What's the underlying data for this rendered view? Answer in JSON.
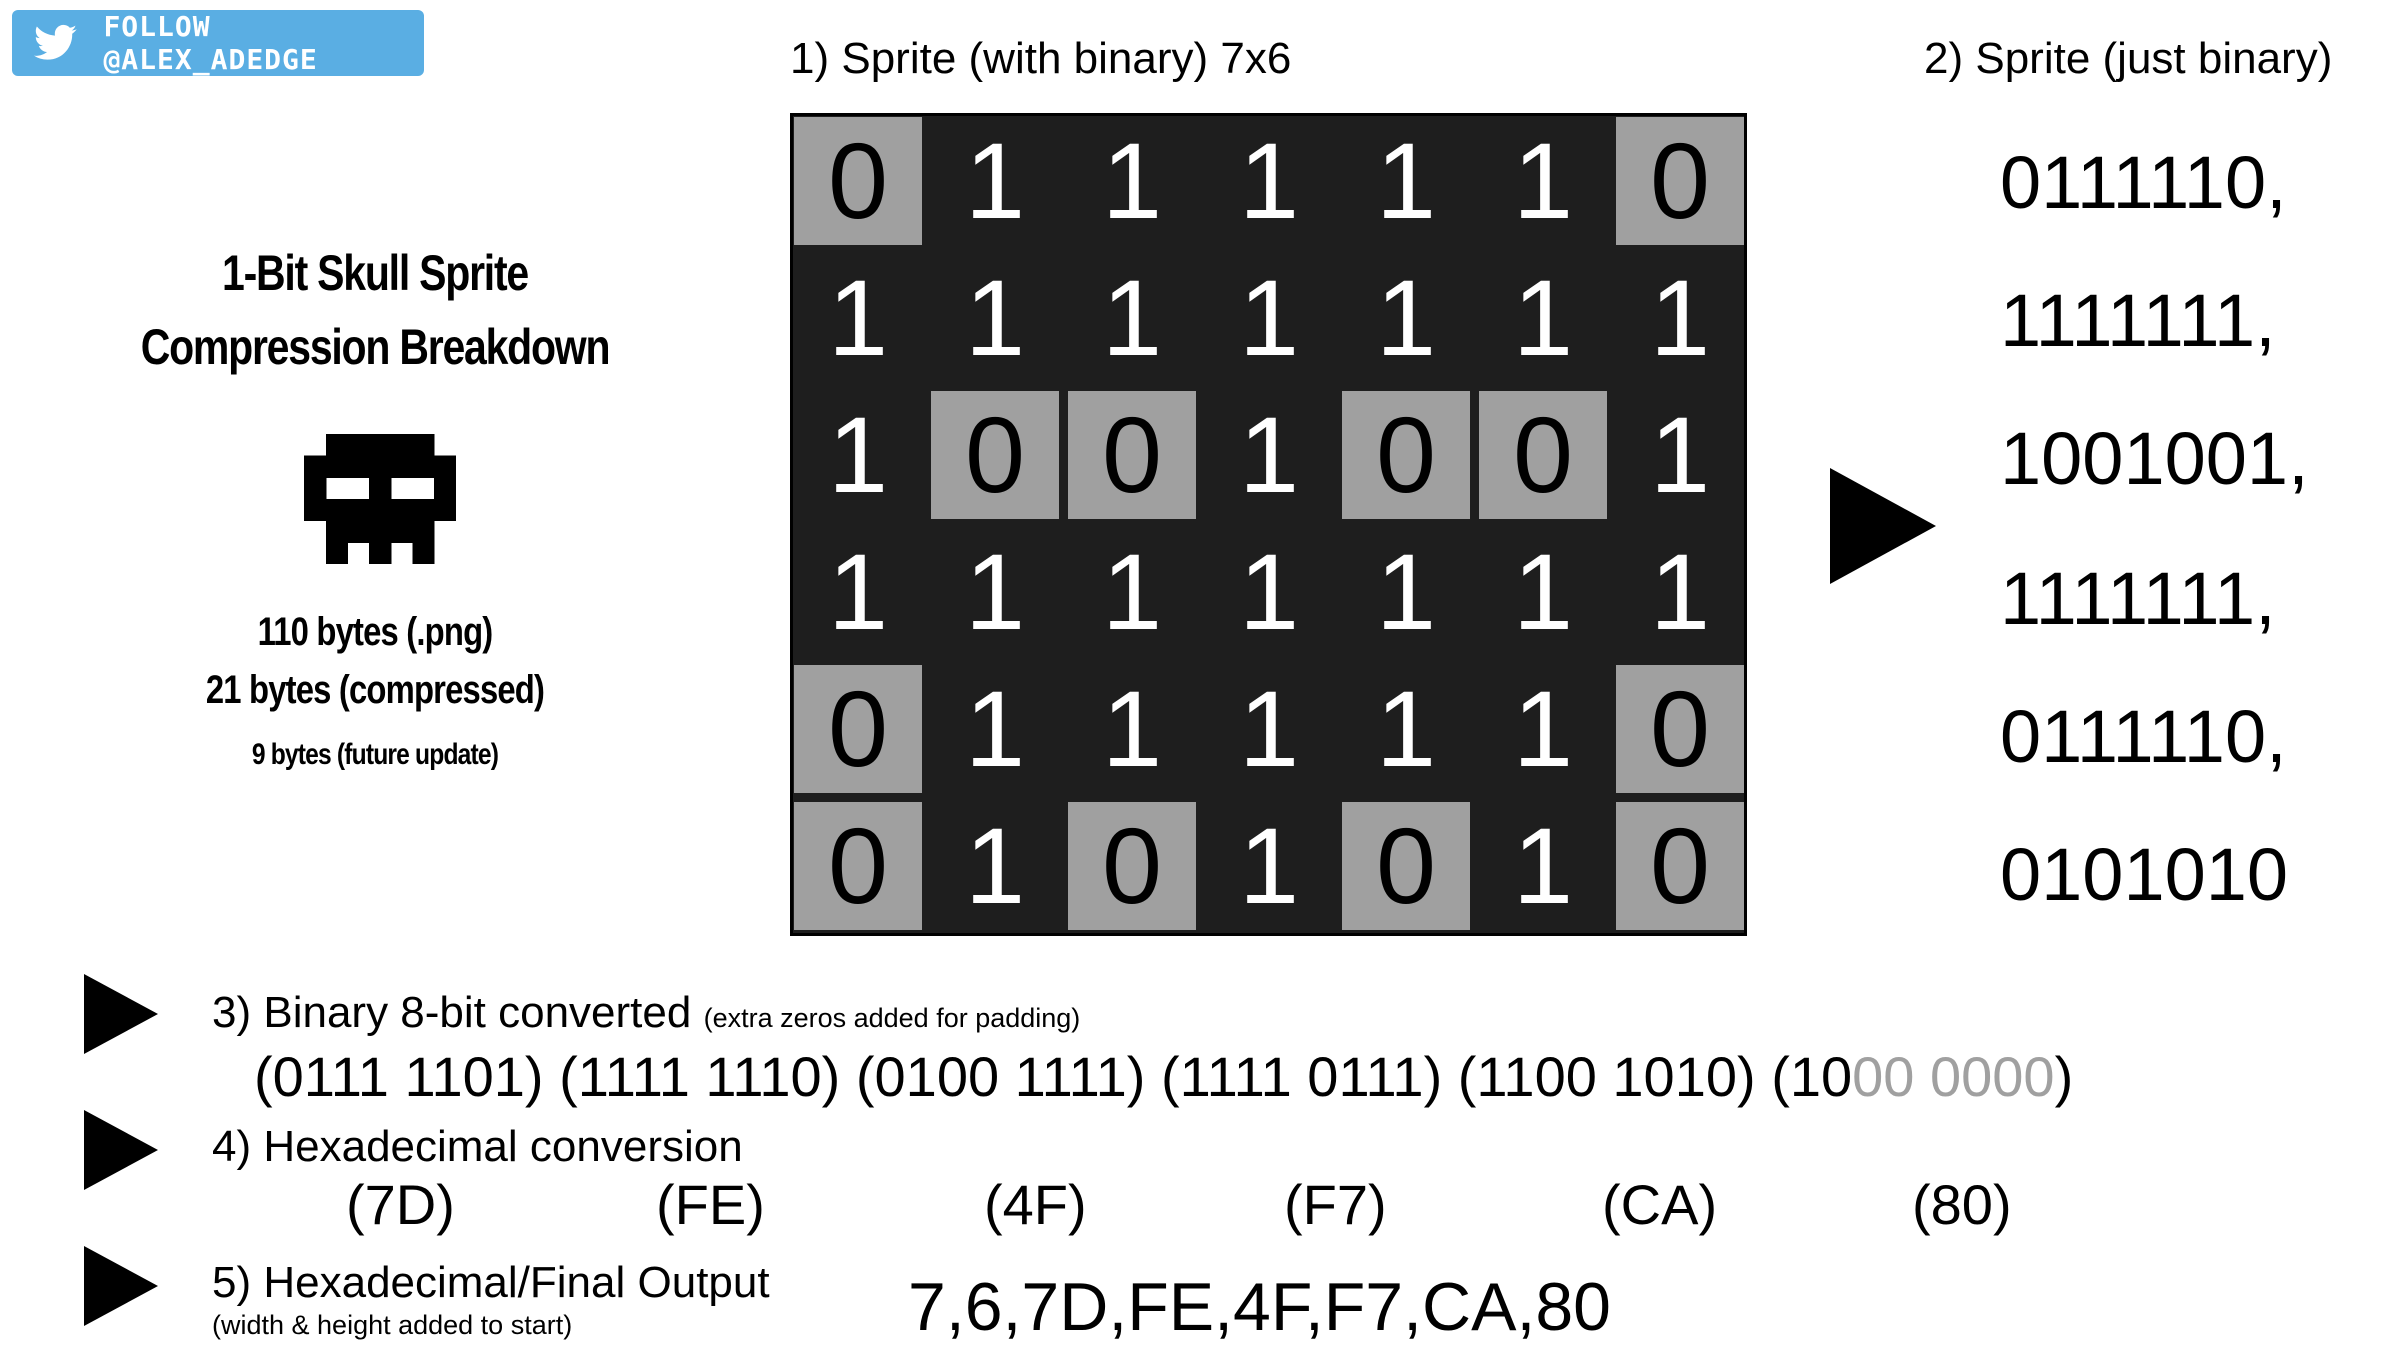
{
  "follow_badge": {
    "icon": "twitter-bird-icon",
    "label": "FOLLOW @ALEX_ADEDGE",
    "color": "#5aaee3"
  },
  "title": {
    "line1": "1-Bit Skull Sprite",
    "line2": "Compression Breakdown"
  },
  "skull_icon": "skull-icon",
  "stats": {
    "png": "110 bytes (.png)",
    "compressed": "21 bytes (compressed)",
    "future": "9 bytes (future update)"
  },
  "section1": {
    "label": "1) Sprite (with binary)  7x6"
  },
  "section2": {
    "label": "2) Sprite (just binary)"
  },
  "sprite": {
    "rows": [
      [
        "0",
        "1",
        "1",
        "1",
        "1",
        "1",
        "0"
      ],
      [
        "1",
        "1",
        "1",
        "1",
        "1",
        "1",
        "1"
      ],
      [
        "1",
        "0",
        "0",
        "1",
        "0",
        "0",
        "1"
      ],
      [
        "1",
        "1",
        "1",
        "1",
        "1",
        "1",
        "1"
      ],
      [
        "0",
        "1",
        "1",
        "1",
        "1",
        "1",
        "0"
      ],
      [
        "0",
        "1",
        "0",
        "1",
        "0",
        "1",
        "0"
      ]
    ],
    "colors": {
      "one_bg": "#1e1e1e",
      "zero_bg": "#a0a0a0"
    }
  },
  "binary_rows": [
    "0111110,",
    "1111111,",
    "1001001,",
    "1111111,",
    "0111110,",
    "0101010"
  ],
  "step3": {
    "label": "3) Binary 8-bit converted",
    "note": "(extra zeros added for padding)",
    "bytes_text": "(0111 1101) (1111 1110) (0100 1111) (1111 0111) (1100 1010) (10",
    "padding_text": "00 0000",
    "closing": ")"
  },
  "step4": {
    "label": "4) Hexadecimal conversion",
    "hex": [
      "(7D)",
      "(FE)",
      "(4F)",
      "(F7)",
      "(CA)",
      "(80)"
    ]
  },
  "step5": {
    "label": "5) Hexadecimal/Final Output",
    "note": "(width & height added to start)",
    "output": "7,6,7D,FE,4F,F7,CA,80"
  }
}
